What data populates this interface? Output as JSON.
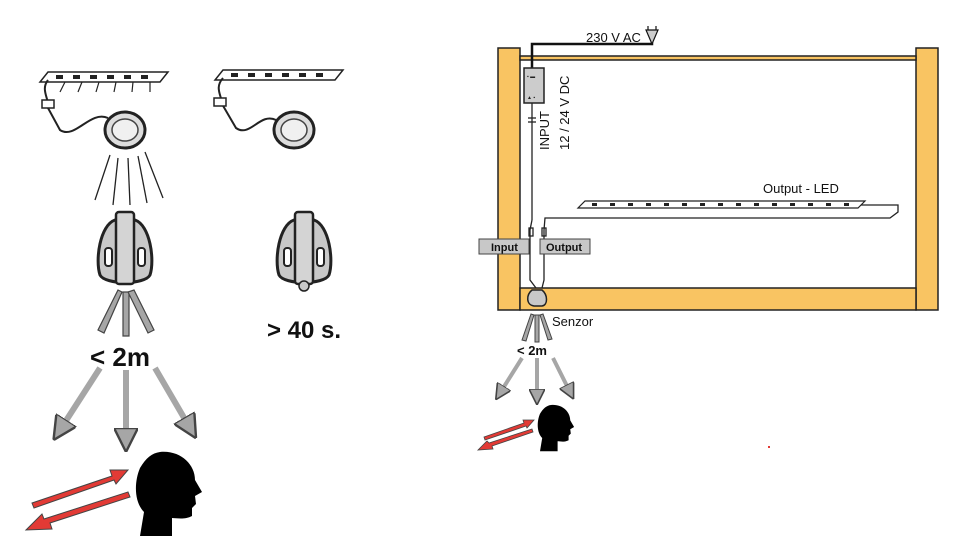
{
  "left_panel": {
    "distance_label": "< 2m",
    "delay_label": "> 40 s."
  },
  "right_panel": {
    "power_label": "230 V AC",
    "dc_label": "12 / 24 V DC",
    "input_vertical_label": "INPUT",
    "output_led_label": "Output - LED",
    "input_box_label": "Input",
    "output_box_label": "Output",
    "sensor_label": "Senzor",
    "distance_label": "< 2m"
  },
  "colors": {
    "wood": "#f9c462",
    "arrow_red": "#e23a35",
    "arrow_gray": "#a6a6a6",
    "box_gray": "#c8c8c8"
  }
}
